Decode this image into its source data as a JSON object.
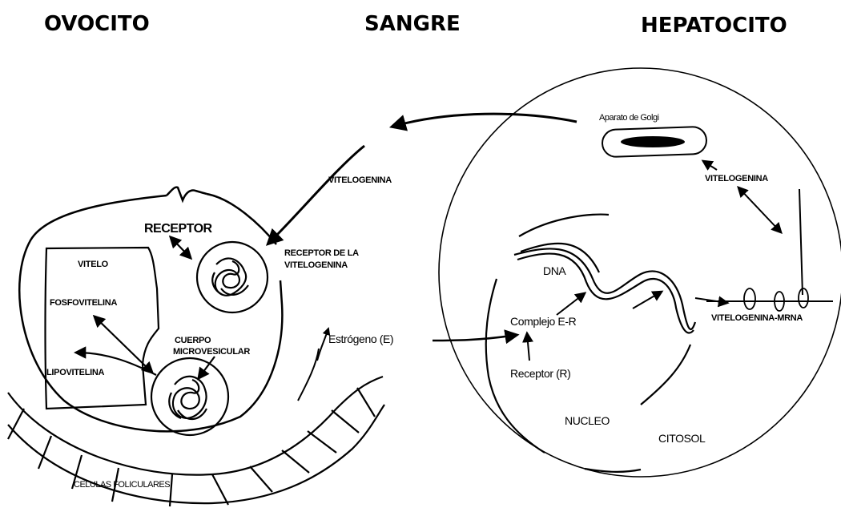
{
  "titles": {
    "ovocito": "OVOCITO",
    "sangre": "SANGRE",
    "hepatocito": "HEPATOCITO"
  },
  "ovocito": {
    "receptor": "RECEPTOR",
    "vitelo": "VITELO",
    "fosfovitelina": "FOSFOVITELINA",
    "lipovitelina": "LIPOVITELINA",
    "cuerpo_line1": "CUERPO",
    "cuerpo_line2": "MICROVESICULAR",
    "receptor_vit_line1": "RECEPTOR DE LA",
    "receptor_vit_line2": "VITELOGENINA",
    "celulas": "CELULAS FOLICULARES"
  },
  "sangre": {
    "vitelogenina": "VITELOGENINA",
    "estrogeno": "Estrógeno (E)"
  },
  "hepatocito": {
    "golgi": "Aparato de  Golgi",
    "vitelogenina": "VITELOGENINA",
    "dna": "DNA",
    "complejo": "Complejo  E-R",
    "receptor": "Receptor   (R)",
    "mrna": "VITELOGENINA-MRNA",
    "nucleo": "NUCLEO",
    "citosol": "CITOSOL"
  },
  "colors": {
    "ink": "#000000",
    "background": "#ffffff"
  }
}
